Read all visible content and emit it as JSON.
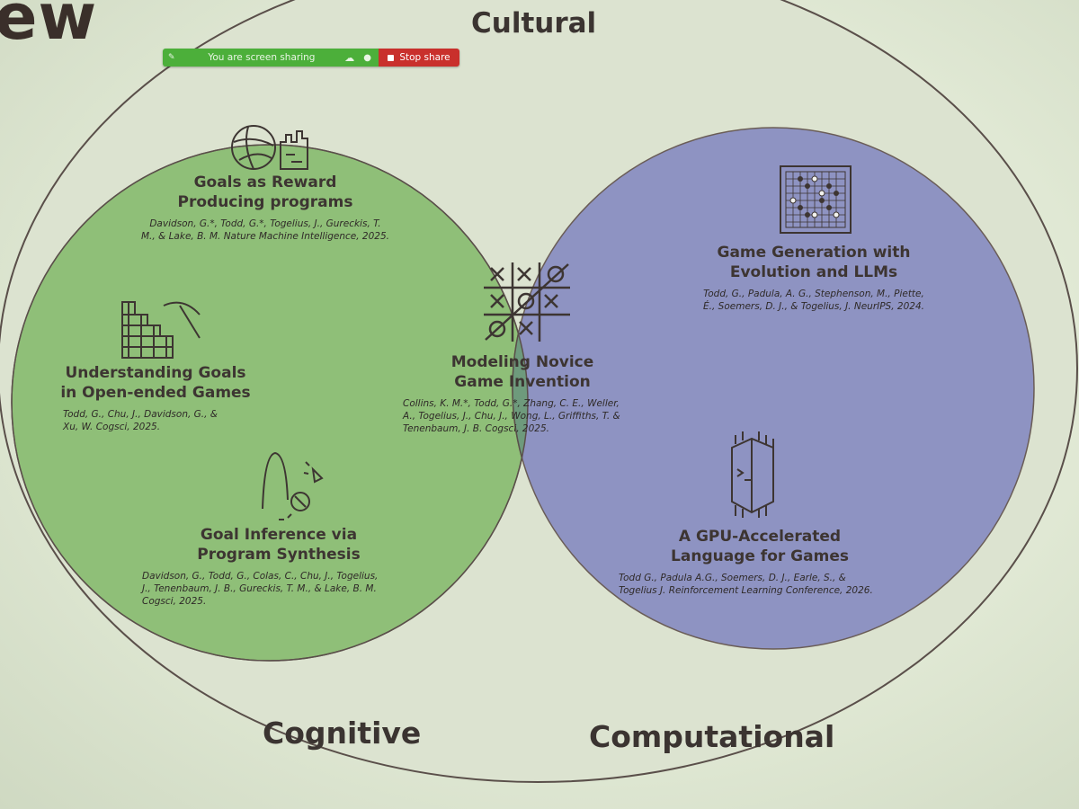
{
  "corner_title": "ew",
  "regions": {
    "cultural": "Cultural",
    "cognitive": "Cognitive",
    "computational": "Computational"
  },
  "share_bar": {
    "status": "You are screen sharing",
    "stop_label": "Stop share"
  },
  "items": {
    "goals_reward": {
      "title_lines": [
        "Goals as Reward",
        "Producing programs"
      ],
      "cite_lines": [
        "Davidson, G.*, Todd, G.*, Togelius, J., Gureckis, T.",
        "M., & Lake, B. M. Nature Machine Intelligence, 2025."
      ]
    },
    "understanding_goals": {
      "title_lines": [
        "Understanding  Goals",
        "in Open-ended Games"
      ],
      "cite_lines": [
        "Todd, G., Chu, J., Davidson, G., &",
        "Xu, W. Cogsci, 2025."
      ]
    },
    "goal_inference": {
      "title_lines": [
        "Goal Inference via",
        "Program Synthesis"
      ],
      "cite_lines": [
        "Davidson, G., Todd, G., Colas, C., Chu, J., Togelius,",
        "J., Tenenbaum, J. B., Gureckis, T. M., & Lake, B. M.",
        "Cogsci, 2025."
      ]
    },
    "modeling_novice": {
      "title_lines": [
        "Modeling Novice",
        "Game Invention"
      ],
      "cite_lines": [
        "Collins, K. M.*, Todd, G.*, Zhang, C. E., Weller,",
        "A., Togelius, J., Chu, J., Wong, L., Griffiths, T. &",
        "Tenenbaum, J. B. Cogsci, 2025."
      ]
    },
    "game_generation": {
      "title_lines": [
        "Game Generation with",
        "Evolution and LLMs"
      ],
      "cite_lines": [
        "Todd, G., Padula, A. G., Stephenson, M., Piette,",
        "É., Soemers, D. J., & Togelius, J. NeurIPS, 2024."
      ]
    },
    "gpu_language": {
      "title_lines": [
        "A GPU-Accelerated",
        "Language for Games"
      ],
      "cite_lines": [
        "Todd G., Padula A.G., Soemers, D. J., Earle, S., &",
        "Togelius J. Reinforcement Learning Conference, 2026."
      ]
    }
  },
  "colors": {
    "cognitive_fill": "#8fbf78",
    "computational_fill": "#8e93c2",
    "overlap_fill": "#6e9a7c",
    "outer_ring": "#5a4f4a",
    "text": "#3b3431"
  },
  "icons": {
    "goals_reward": "ball-and-castle-icon",
    "understanding_goals": "pickaxe-and-blocks-icon",
    "goal_inference": "bouncing-ball-icon",
    "modeling_novice": "tic-tac-toe-icon",
    "game_generation": "go-board-icon",
    "gpu_language": "chip-icon"
  }
}
